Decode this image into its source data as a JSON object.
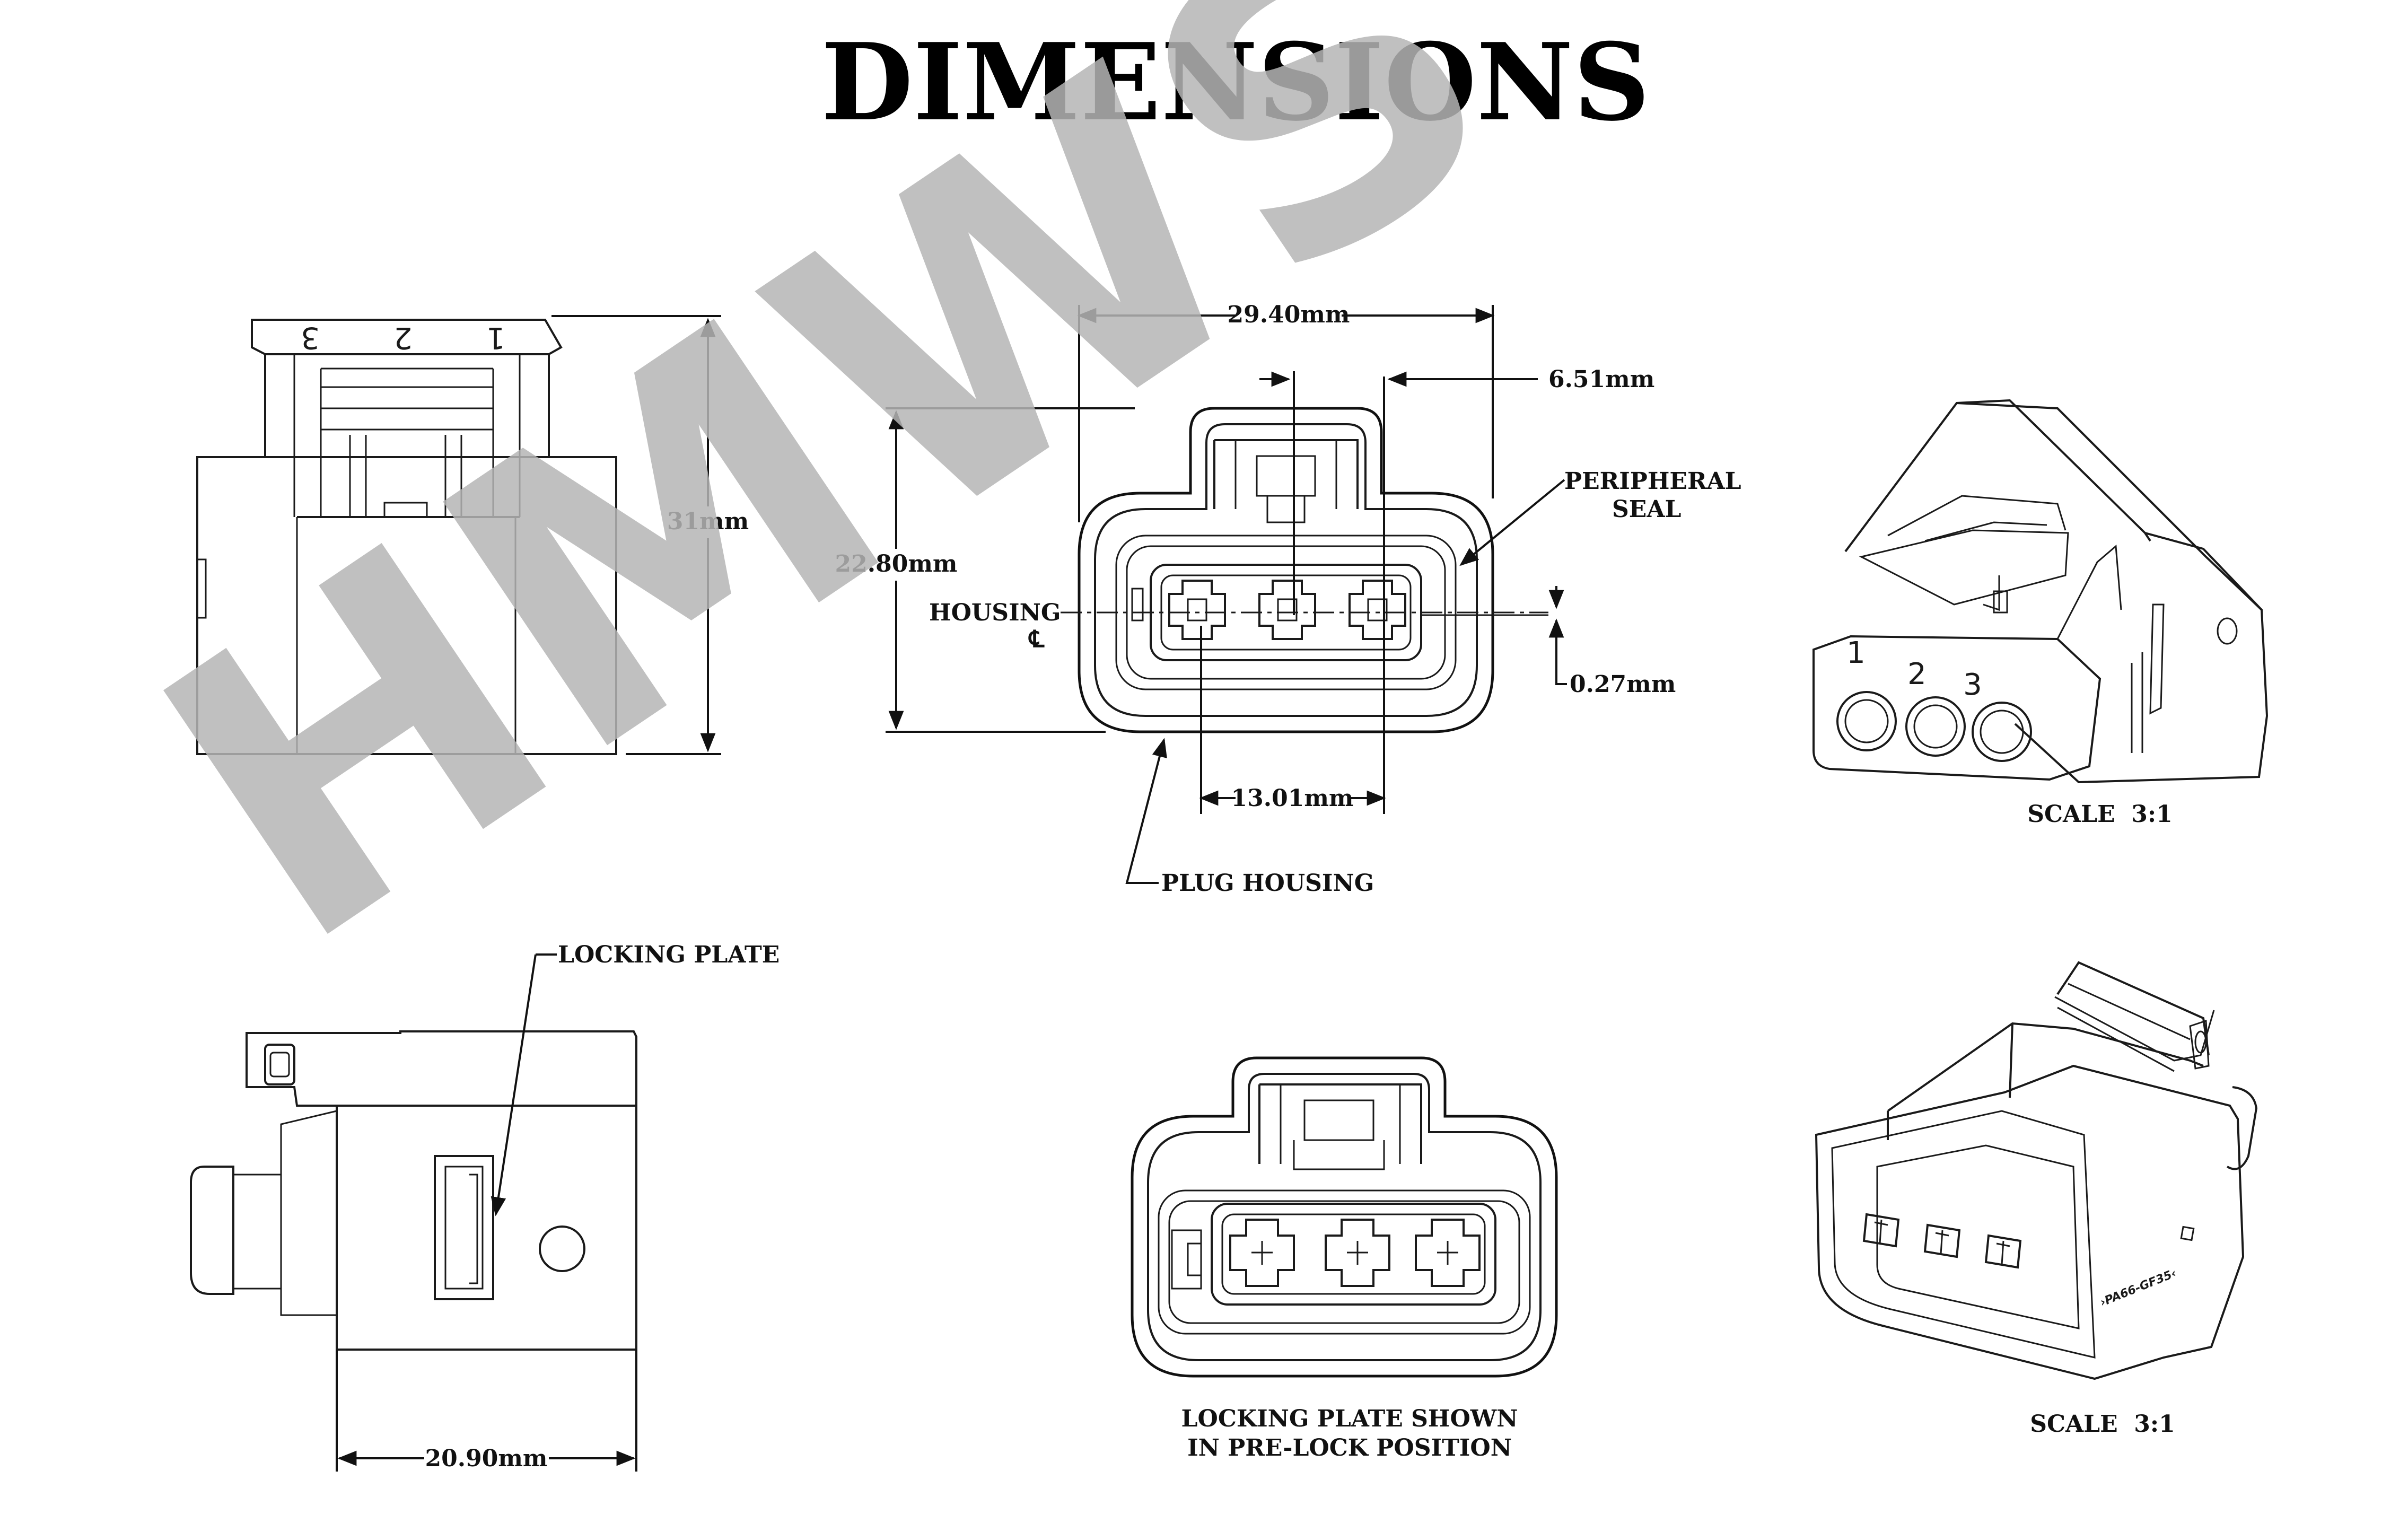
{
  "title": "DIMENSIONS",
  "watermark": "HMWS",
  "rear_view": {
    "pin_numbers": [
      "3",
      "2",
      "1"
    ],
    "height_dim": "31mm"
  },
  "front_view": {
    "width_dim": "29.40mm",
    "offset_dim": "6.51mm",
    "height_dim": "22.80mm",
    "seal_label_line1": "PERIPHERAL",
    "seal_label_line2": "SEAL",
    "housing_label": "HOUSING",
    "centerline_symbol": "℄",
    "offset_small_dim": "0.27mm",
    "pitch_dim": "13.01mm",
    "plug_housing_label": "PLUG HOUSING"
  },
  "iso_top": {
    "pin_numbers": [
      "1",
      "2",
      "3"
    ],
    "scale_label": "SCALE  3:1"
  },
  "side_view": {
    "locking_plate_label": "LOCKING PLATE",
    "width_dim": "20.90mm"
  },
  "prelock_view": {
    "caption_line1": "LOCKING PLATE SHOWN",
    "caption_line2": "IN PRE-LOCK POSITION"
  },
  "iso_bottom": {
    "part_marking": "›PA66-GF35‹",
    "scale_label": "SCALE  3:1"
  },
  "colors": {
    "line": "#1a1a1a",
    "watermark": "#b5b5b5",
    "background": "#ffffff"
  }
}
